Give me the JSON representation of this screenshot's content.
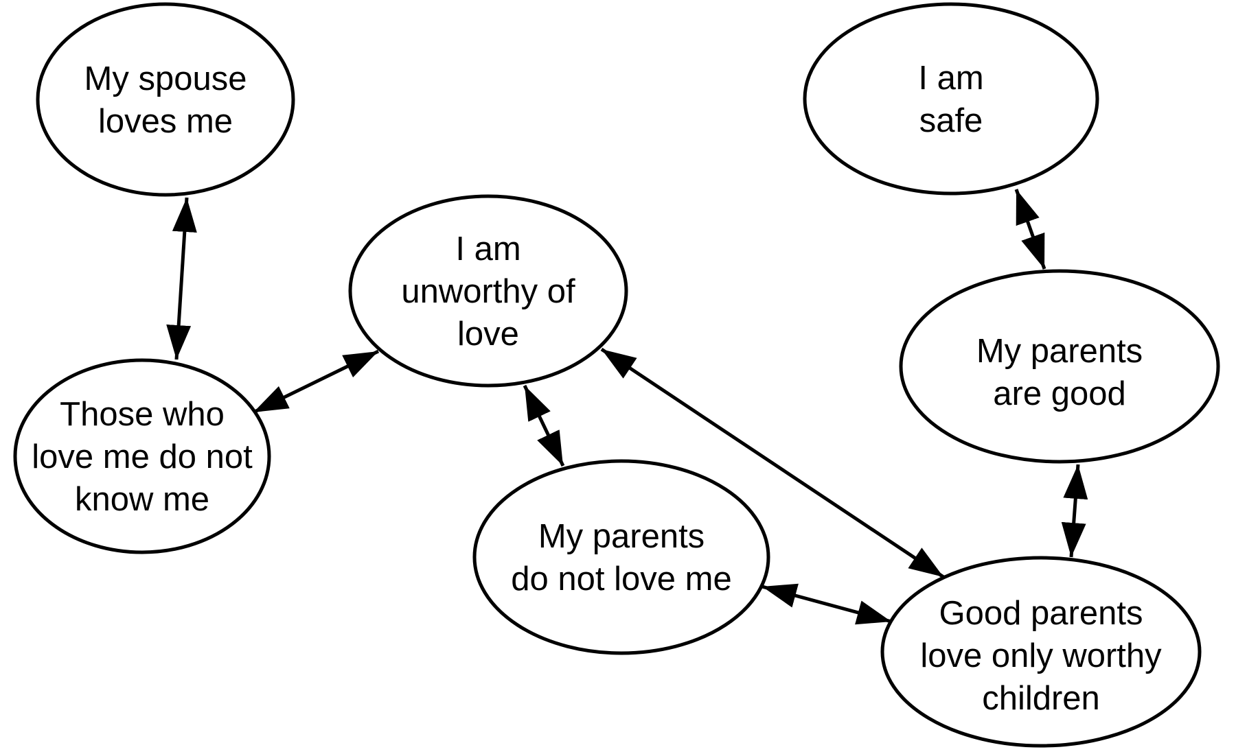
{
  "diagram": {
    "type": "concept-map",
    "colors": {
      "background": "#ffffff",
      "node_fill": "#ffffff",
      "stroke": "#000000",
      "text": "#000000"
    },
    "nodes": [
      {
        "id": "spouse-loves-me",
        "lines": [
          "My spouse",
          "loves me"
        ]
      },
      {
        "id": "those-who-love-me",
        "lines": [
          "Those who",
          "love me do not",
          "know me"
        ]
      },
      {
        "id": "unworthy-of-love",
        "lines": [
          "I am",
          "unworthy of",
          "love"
        ]
      },
      {
        "id": "parents-do-not-love-me",
        "lines": [
          "My parents",
          "do not love me"
        ]
      },
      {
        "id": "i-am-safe",
        "lines": [
          "I am",
          "safe"
        ]
      },
      {
        "id": "parents-are-good",
        "lines": [
          "My parents",
          "are good"
        ]
      },
      {
        "id": "good-parents",
        "lines": [
          "Good parents",
          "love only worthy",
          "children"
        ]
      }
    ],
    "edges": [
      {
        "from": "spouse-loves-me",
        "to": "those-who-love-me",
        "bidirectional": true
      },
      {
        "from": "those-who-love-me",
        "to": "unworthy-of-love",
        "bidirectional": true
      },
      {
        "from": "unworthy-of-love",
        "to": "parents-do-not-love-me",
        "bidirectional": true
      },
      {
        "from": "unworthy-of-love",
        "to": "good-parents",
        "bidirectional": true
      },
      {
        "from": "parents-do-not-love-me",
        "to": "good-parents",
        "bidirectional": true
      },
      {
        "from": "i-am-safe",
        "to": "parents-are-good",
        "bidirectional": true
      },
      {
        "from": "parents-are-good",
        "to": "good-parents",
        "bidirectional": true
      }
    ]
  }
}
